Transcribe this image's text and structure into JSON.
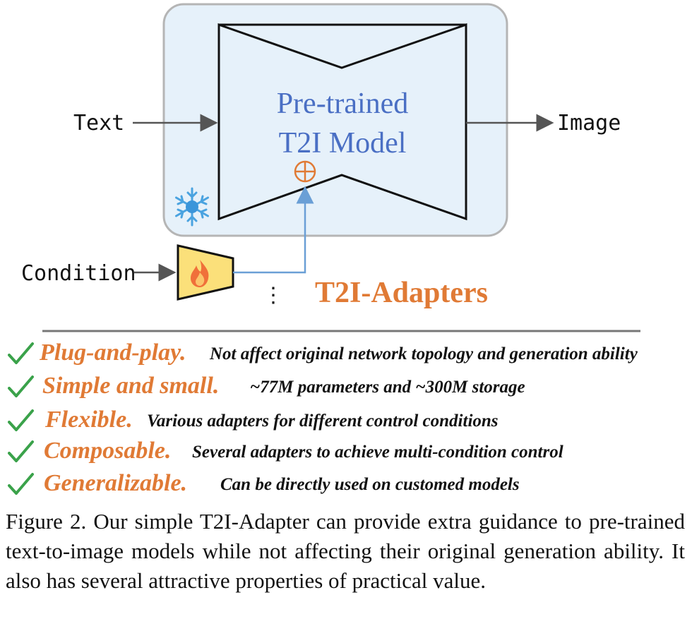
{
  "diagram": {
    "input_text": "Text",
    "output_image": "Image",
    "model_line1": "Pre-trained",
    "model_line2": "T2I Model",
    "plus_symbol": "⊕",
    "frozen_icon": "snowflake-icon",
    "condition_label": "Condition",
    "trainable_icon": "flame-icon",
    "ellipsis": "⋮",
    "adapters_title": "T2I-Adapters",
    "colors": {
      "frozen_box_fill": "#e6f1fa",
      "frozen_box_stroke": "#b5b5b5",
      "model_text": "#4a6fc4",
      "accent_orange": "#e07a35",
      "adapter_fill": "#fbe07a",
      "arrow_blue": "#6a9fd6",
      "check_green": "#3aa24a"
    }
  },
  "features": [
    {
      "name": "Plug-and-play.",
      "desc": "Not affect original network topology and generation ability"
    },
    {
      "name": "Simple and small.",
      "desc": "~77M parameters and ~300M storage"
    },
    {
      "name": "Flexible.",
      "desc": "Various adapters for different control conditions"
    },
    {
      "name": "Composable.",
      "desc": "Several adapters to achieve multi-condition control"
    },
    {
      "name": "Generalizable.",
      "desc": "Can be directly used on customed models"
    }
  ],
  "caption": "Figure 2. Our simple T2I-Adapter can provide extra guidance to pre-trained text-to-image models while not affecting their original generation ability. It also has several attractive properties of practical value."
}
